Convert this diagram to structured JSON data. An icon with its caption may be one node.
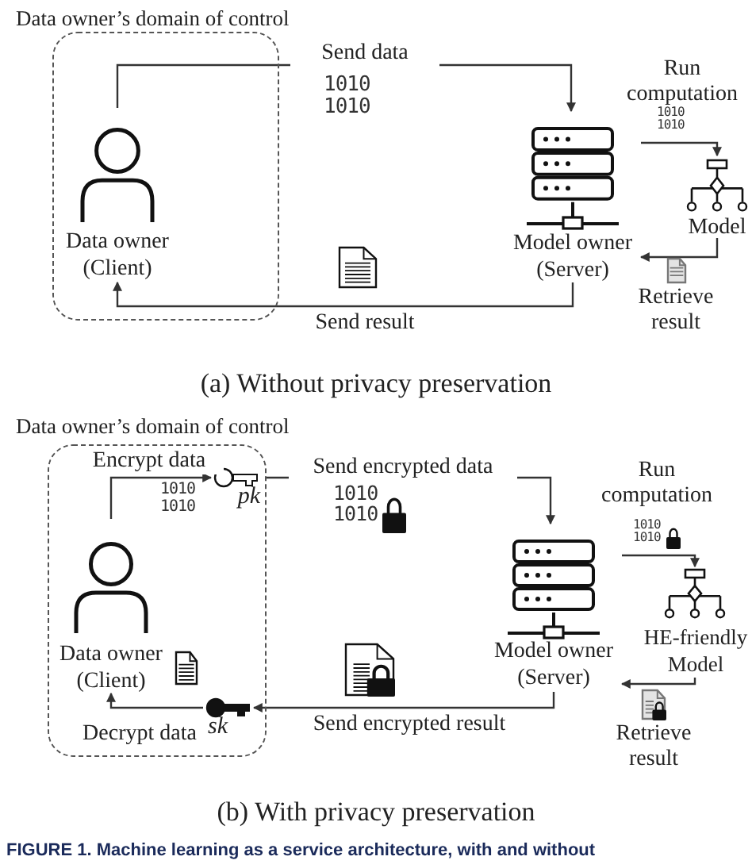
{
  "diagram": {
    "caption": "FIGURE 1. Machine learning as a service architecture, with and without",
    "nodes": [
      {
        "text": [
          "Data owner’s domain of control"
        ]
      },
      {
        "text": [
          "Data owner (Client)"
        ],
        "in": 0
      },
      {
        "text": [
          "Model owner (Server)"
        ]
      },
      {
        "text": [
          "Model"
        ]
      },
      {
        "text": [
          "Data owner’s domain of control"
        ]
      },
      {
        "text": [
          "Data owner (Client)"
        ],
        "in": 4
      },
      {
        "text": [
          "pk"
        ],
        "in": 4
      },
      {
        "text": [
          "Model owner (Server)"
        ]
      },
      {
        "text": [
          "HE-friendly Model"
        ]
      },
      {
        "text": [
          "sk"
        ],
        "in": 4
      }
    ],
    "edges": [
      {
        "from": 1,
        "to": 2,
        "arrow": "to",
        "label": "Send data"
      },
      {
        "from": 2,
        "to": 1,
        "arrow": "to",
        "label": "Send result"
      },
      {
        "from": 2,
        "to": 3,
        "arrow": "to",
        "label": "Run computation"
      },
      {
        "from": 3,
        "to": 2,
        "arrow": "to",
        "label": "Retrieve result"
      },
      {
        "from": 5,
        "to": 6,
        "arrow": "to",
        "label": "Encrypt data"
      },
      {
        "from": 6,
        "to": 7,
        "arrow": "to",
        "label": "Send encrypted data"
      },
      {
        "from": 7,
        "to": 8,
        "arrow": "to",
        "label": "Run computation"
      },
      {
        "from": 8,
        "to": 7,
        "arrow": "to",
        "label": "Retrieve result"
      },
      {
        "from": 7,
        "to": 9,
        "arrow": "to",
        "label": "Send encrypted result"
      },
      {
        "from": 9,
        "to": 5,
        "arrow": "to",
        "label": "Decrypt data"
      }
    ],
    "labels": [
      "1010 1010",
      "1010 1010",
      "(a) Without privacy preservation",
      "1010 1010",
      "1010 1010",
      "1010 1010",
      "(b) With privacy preservation"
    ]
  }
}
